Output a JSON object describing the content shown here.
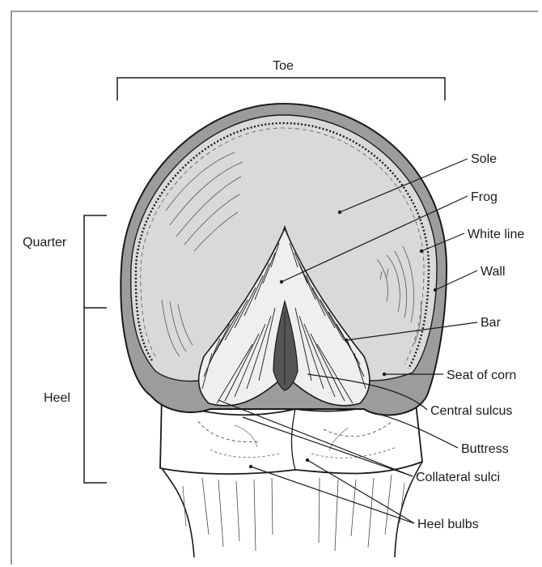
{
  "labels": {
    "toe": "Toe",
    "quarter": "Quarter",
    "heel": "Heel",
    "sole": "Sole",
    "frog": "Frog",
    "white_line": "White line",
    "wall": "Wall",
    "bar": "Bar",
    "seat_of_corn": "Seat of corn",
    "central_sulcus": "Central sulcus",
    "buttress": "Buttress",
    "collateral_sulci": "Collateral sulci",
    "heel_bulbs": "Heel bulbs"
  },
  "colors": {
    "sole_fill": "#d9d9d9",
    "wall_fill": "#9c9c9c",
    "ink": "#1a1a1a",
    "frame": "#9a9a9a"
  }
}
